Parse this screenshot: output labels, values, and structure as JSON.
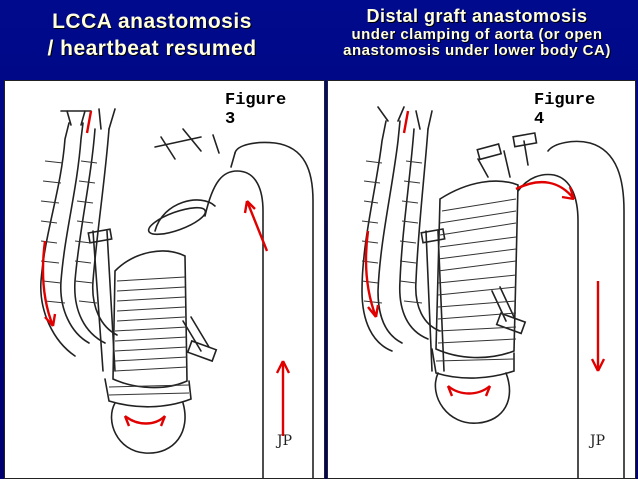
{
  "slide": {
    "left_heading_line1": "LCCA anastomosis",
    "left_heading_line2": "/ heartbeat resumed",
    "right_heading_title": "Distal graft anastomosis",
    "right_heading_sub": "under clamping of aorta (or open anastomosis under lower body CA)"
  },
  "figures": [
    {
      "label_line1": "Figure",
      "label_line2": "3",
      "signature": "JP"
    },
    {
      "label_line1": "Figure",
      "label_line2": "4",
      "signature": "JP"
    }
  ],
  "colors": {
    "background": "#00007a",
    "heading": "#ffffe0",
    "arrow": "#e00000",
    "panel": "#ffffff"
  }
}
